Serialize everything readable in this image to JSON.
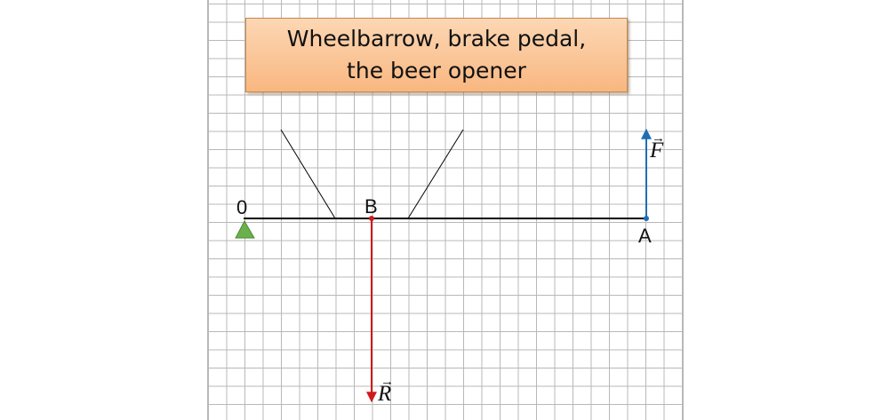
{
  "title": {
    "line1": "Wheelbarrow, brake pedal,",
    "line2": "the beer opener"
  },
  "points": {
    "pivot": "0",
    "load": "B",
    "effort": "A"
  },
  "forces": {
    "effort": {
      "symbol": "F",
      "arrow": "→",
      "color": "#1f6eb3",
      "direction": "up"
    },
    "reaction": {
      "symbol": "R",
      "arrow": "→",
      "color": "#d0191b",
      "direction": "down"
    }
  },
  "colors": {
    "fulcrum": "#6ab04c",
    "lever": "#000000",
    "grid": "#b8b8b8",
    "title_fill": "#f9b780"
  }
}
